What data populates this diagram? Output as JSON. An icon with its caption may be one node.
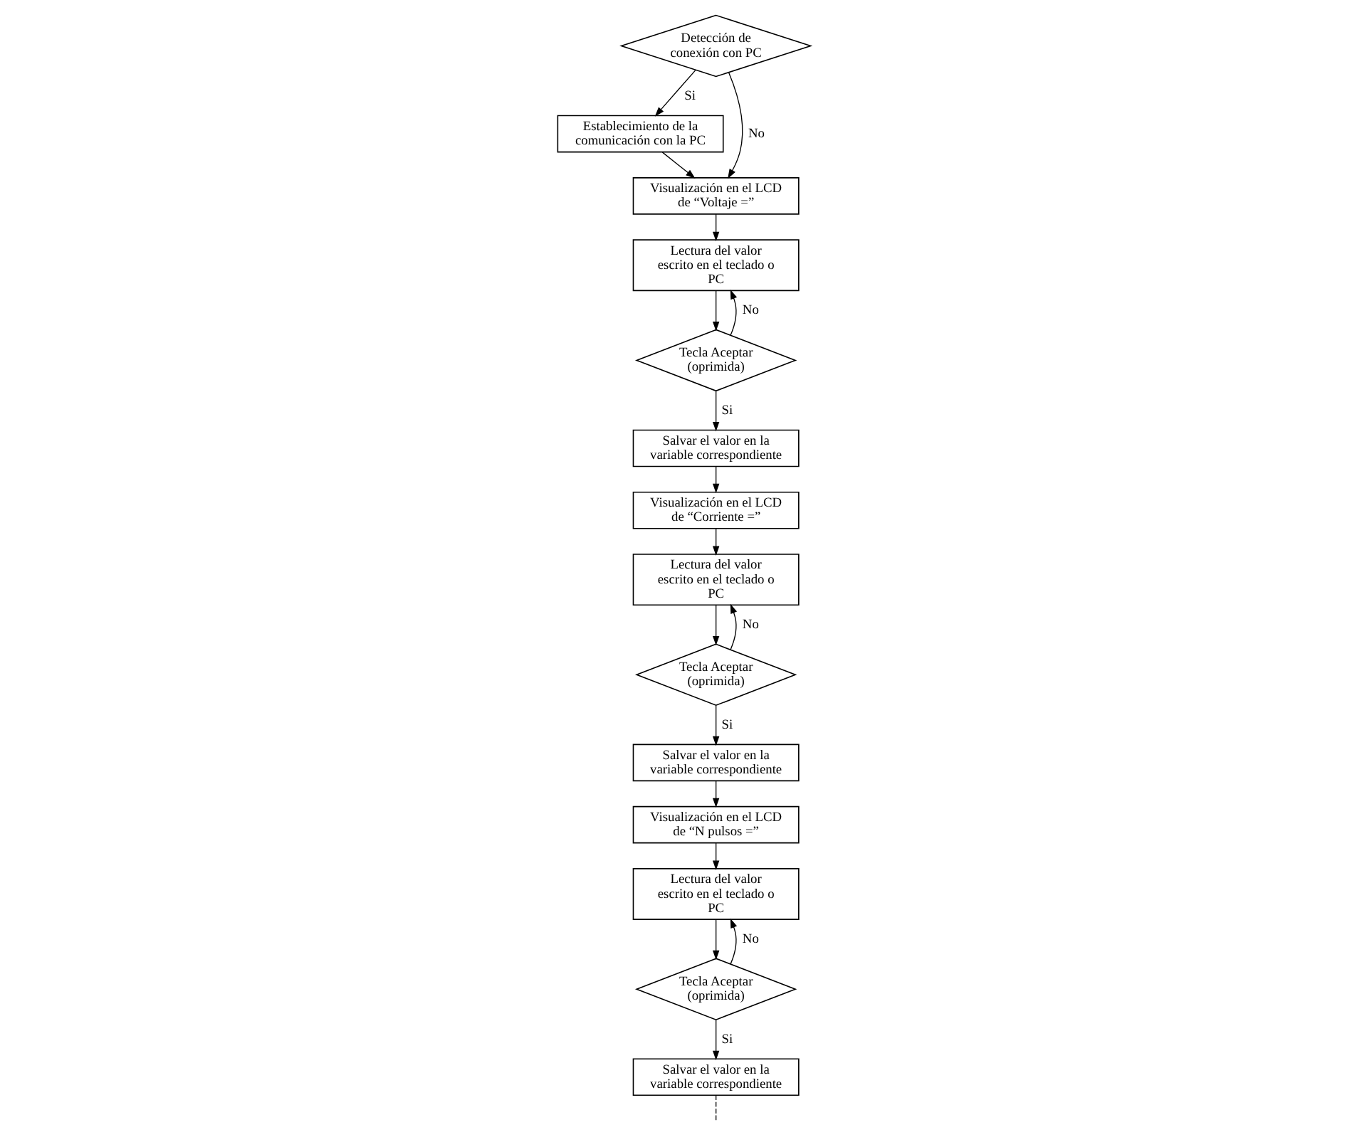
{
  "diagram": {
    "nodes": [
      {
        "text": [
          "Detección de conexión con PC"
        ]
      },
      {
        "text": [
          "Establecimiento de la comunicación con la PC"
        ]
      },
      {
        "text": [
          "Visualización en el LCD de “Voltaje =”"
        ]
      },
      {
        "text": [
          "Lectura del valor escrito en el teclado o PC"
        ]
      },
      {
        "text": [
          "Tecla Aceptar (oprimida)"
        ]
      },
      {
        "text": [
          "Salvar el valor en la variable correspondiente"
        ]
      },
      {
        "text": [
          "Visualización en el LCD de “Corriente =”"
        ]
      },
      {
        "text": [
          "Lectura del valor escrito en el teclado o PC"
        ]
      },
      {
        "text": [
          "Tecla Aceptar (oprimida)"
        ]
      },
      {
        "text": [
          "Salvar el valor en la variable correspondiente"
        ]
      },
      {
        "text": [
          "Visualización en el LCD de “N pulsos =”"
        ]
      },
      {
        "text": [
          "Lectura del valor escrito en el teclado o PC"
        ]
      },
      {
        "text": [
          "Tecla Aceptar (oprimida)"
        ]
      },
      {
        "text": [
          "Salvar el valor en la variable correspondiente"
        ]
      }
    ],
    "edges": [
      {
        "from": 0,
        "to": 1,
        "arrow": "to",
        "label": "Si"
      },
      {
        "from": 0,
        "to": 2,
        "arrow": "to",
        "label": "No"
      },
      {
        "from": 1,
        "to": 2,
        "arrow": "to"
      },
      {
        "from": 2,
        "to": 3,
        "arrow": "to"
      },
      {
        "from": 3,
        "to": 4,
        "arrow": "to"
      },
      {
        "from": 4,
        "to": 3,
        "arrow": "to",
        "label": "No"
      },
      {
        "from": 4,
        "to": 5,
        "arrow": "to",
        "label": "Si"
      },
      {
        "from": 5,
        "to": 6,
        "arrow": "to"
      },
      {
        "from": 6,
        "to": 7,
        "arrow": "to"
      },
      {
        "from": 7,
        "to": 8,
        "arrow": "to"
      },
      {
        "from": 8,
        "to": 7,
        "arrow": "to",
        "label": "No"
      },
      {
        "from": 8,
        "to": 9,
        "arrow": "to",
        "label": "Si"
      },
      {
        "from": 9,
        "to": 10,
        "arrow": "to"
      },
      {
        "from": 10,
        "to": 11,
        "arrow": "to"
      },
      {
        "from": 11,
        "to": 12,
        "arrow": "to"
      },
      {
        "from": 12,
        "to": 11,
        "arrow": "to",
        "label": "No"
      },
      {
        "from": 12,
        "to": 13,
        "arrow": "to",
        "label": "Si"
      },
      {
        "from": 13,
        "to": null,
        "arrow": "none",
        "style": "dashed"
      }
    ]
  }
}
